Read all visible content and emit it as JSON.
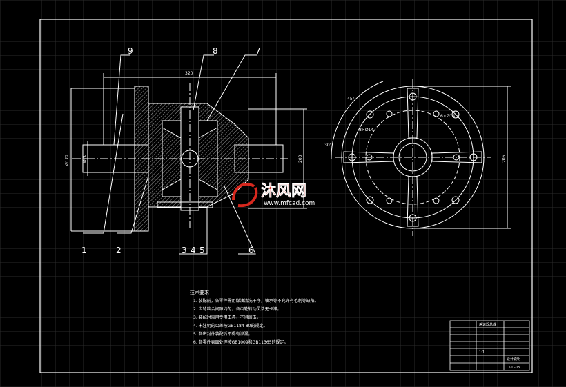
{
  "colors": {
    "background": "#000000",
    "grid": "#2a2a2a",
    "line": "#ffffff",
    "hatch": "#9a9a9a",
    "watermark": "#d7281e"
  },
  "callouts": {
    "c1": "1",
    "c2": "2",
    "c3": "3",
    "c4": "4",
    "c5": "5",
    "c6": "6",
    "c7": "7",
    "c8": "8",
    "c9": "9"
  },
  "dimensions": {
    "top_width": "320",
    "left_outer_dia": "Ø172",
    "left_inner_dia": "Ø70",
    "right_height": "200",
    "angle_45": "45°",
    "angle_30": "30°",
    "hole_a": "8×Ø14",
    "hole_b": "6×Ø14",
    "flange_dia": "206"
  },
  "notes": {
    "title": "技术要求",
    "items": [
      "1. 装配前，各零件需用煤油清洗干净，轴承等不允许有毛刺等缺陷。",
      "2. 齿轮啮合间隙均匀，各齿轮转动灵活无卡滞。",
      "3. 装配时需用专用工具，不得敲击。",
      "4. 未注明的公差按GB1184-80的规定。",
      "5. 各密封件装配后不得有渗漏。",
      "6. 各零件表面处理按GB1009和GB11365的规定。"
    ]
  },
  "title_block": {
    "drawing_no": "CGC-03",
    "name": "差速器总成",
    "scale": "1:1",
    "school": "设计说明"
  },
  "watermark": {
    "brand": "沐风网",
    "url": "www.mfcad.com"
  }
}
